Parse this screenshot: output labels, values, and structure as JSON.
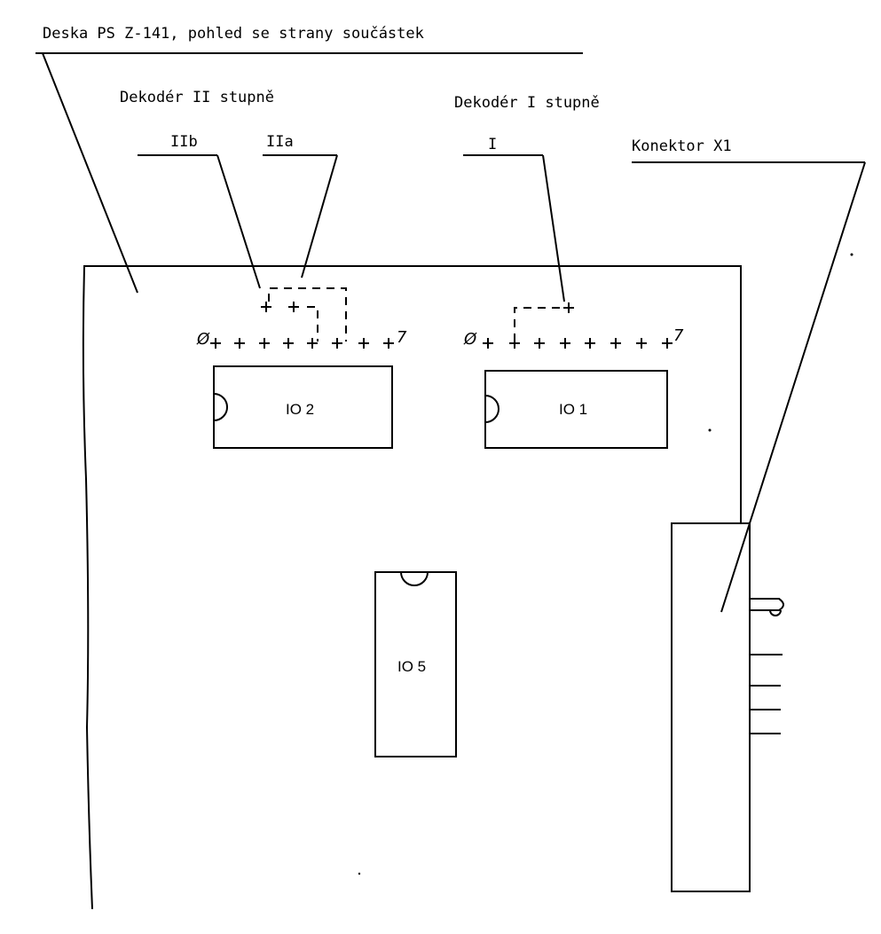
{
  "title": "Deska PS Z-141, pohled se strany součástek",
  "labels": {
    "decoder2": "Dekodér II stupně",
    "decoder1": "Dekodér I stupně",
    "iib": "IIb",
    "iia": "IIa",
    "i": "I",
    "connector": "Konektor X1"
  },
  "pins": {
    "ic2_start": "Ø",
    "ic2_end": "7",
    "ic1_start": "Ø",
    "ic1_end": "7"
  },
  "chips": {
    "io2": "IO 2",
    "io1": "IO 1",
    "io5": "IO 5"
  }
}
